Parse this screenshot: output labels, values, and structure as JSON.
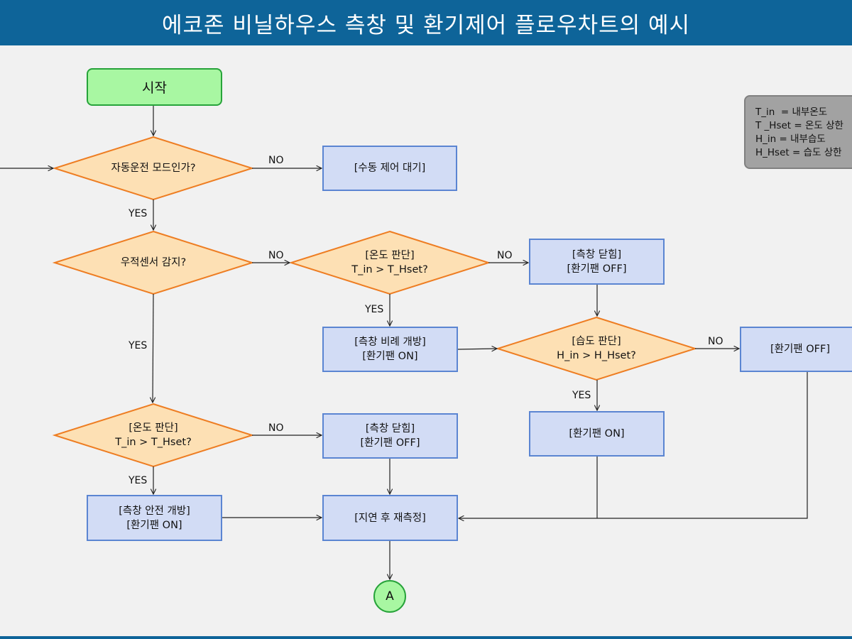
{
  "title": "에코존 비닐하우스 측창 및 환기제어 플로우차트의 예시",
  "nodes": {
    "start": "시작",
    "auto_mode": "자동운전 모드인가?",
    "manual_wait": "[수동 제어 대기]",
    "rain_sensor": "우적센서 감지?",
    "temp_check_1": {
      "line1": "[온도 판단]",
      "line2": "T_in > T_Hset?"
    },
    "close_off_1": {
      "line1": "[측창 닫힘]",
      "line2": "[환기팬 OFF]"
    },
    "prop_open": {
      "line1": "[측창 비례 개방]",
      "line2": "[환기팬 ON]"
    },
    "humid_check": {
      "line1": "[습도 판단]",
      "line2": "H_in > H_Hset?"
    },
    "fan_off": "[환기팬 OFF]",
    "fan_on": "[환기팬 ON]",
    "temp_check_2": {
      "line1": "[온도 판단]",
      "line2": "T_in > T_Hset?"
    },
    "close_off_2": {
      "line1": "[측창 닫힘]",
      "line2": "[환기팬 OFF]"
    },
    "safe_open": {
      "line1": "[측창 안전 개방]",
      "line2": "[환기팬 ON]"
    },
    "delay": "[지연 후 재측정]",
    "connector": "A"
  },
  "labels": {
    "yes": "YES",
    "no": "NO"
  },
  "legend": [
    "T_in  = 내부온도",
    "T _Hset = 온도 상한",
    "H_in = 내부습도",
    "H_Hset = 습도 상한"
  ],
  "colors": {
    "header": "#0e6499",
    "decision_fill": "#fde0b4",
    "decision_stroke": "#ee7d22",
    "process_fill": "#d2dcf5",
    "process_stroke": "#5b85d2",
    "terminal_fill": "#a8f7a2",
    "terminal_stroke": "#27a33a",
    "legend_fill": "#a2a2a2"
  }
}
